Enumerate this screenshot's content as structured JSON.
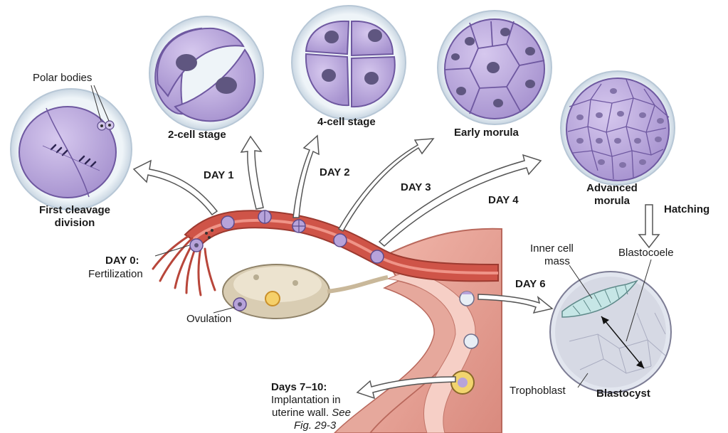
{
  "labels": {
    "polar_bodies": "Polar bodies",
    "first_cleavage_line1": "First cleavage",
    "first_cleavage_line2": "division",
    "two_cell": "2-cell stage",
    "four_cell": "4-cell stage",
    "early_morula": "Early morula",
    "advanced_morula_line1": "Advanced",
    "advanced_morula_line2": "morula",
    "hatching": "Hatching",
    "day0": "DAY 0:",
    "fertilization": "Fertilization",
    "ovulation": "Ovulation",
    "day1": "DAY 1",
    "day2": "DAY 2",
    "day3": "DAY 3",
    "day4": "DAY 4",
    "day6": "DAY 6",
    "inner_cell_mass_line1": "Inner cell",
    "inner_cell_mass_line2": "mass",
    "blastocoele": "Blastocoele",
    "trophoblast": "Trophoblast",
    "blastocyst": "Blastocyst",
    "days_7_10": "Days 7–10:",
    "implantation_line1": "Implantation in",
    "implantation_line2": "uterine wall.",
    "implantation_see": "See",
    "implantation_fig": "Fig. 29-3"
  },
  "colors": {
    "cell_fill": "#b9a6dc",
    "cell_stroke": "#6e58a0",
    "nucleus": "#5c5478",
    "zona": "#dde8f0",
    "tube": "#c8463c",
    "tube_light": "#e9857a",
    "uterus": "#e8a094",
    "ovary": "#d8ccb2",
    "inner_mass": "#c8e6e6",
    "arrow_fill": "#ffffff",
    "arrow_stroke": "#555555"
  }
}
